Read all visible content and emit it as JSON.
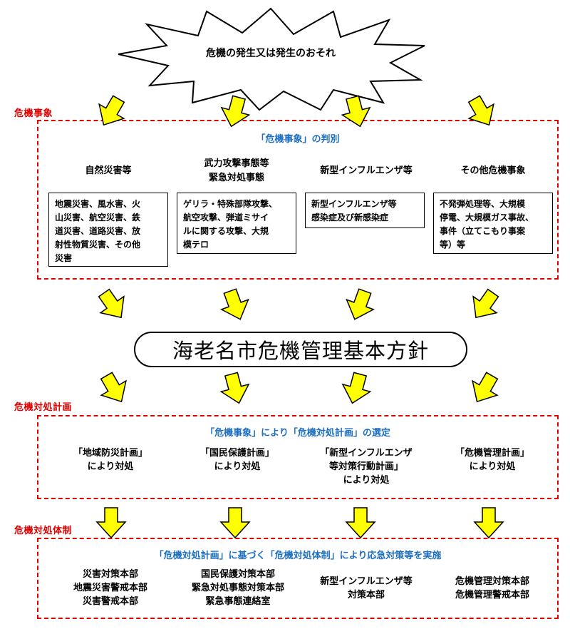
{
  "burst": {
    "text": "危機の発生又は発生のおそれ"
  },
  "sections": {
    "events": {
      "label": "危機事象",
      "heading": "「危機事象」の判別",
      "categories": [
        {
          "title_lines": [
            "自然災害等"
          ],
          "desc_lines": [
            "地震災害、風水害、火",
            "山災害、航空災害、鉄",
            "道災害、道路災害、放",
            "射性物質災害、その他",
            "災害"
          ]
        },
        {
          "title_lines": [
            "武力攻撃事態等",
            "緊急対処事態"
          ],
          "desc_lines": [
            "ゲリラ・特殊部隊攻撃、",
            "航空攻撃、弾道ミサイ",
            "ルに関する攻撃、大規",
            "模テロ"
          ]
        },
        {
          "title_lines": [
            "新型インフルエンザ等"
          ],
          "desc_lines": [
            "新型インフルエンザ等",
            "感染症及び新感染症"
          ]
        },
        {
          "title_lines": [
            "その他危機事象"
          ],
          "desc_lines": [
            "不発弾処理等、大規模",
            "停電、大規模ガス事故、",
            "事件（立てこもり事案",
            "等）等"
          ]
        }
      ]
    },
    "policy": {
      "title": "海老名市危機管理基本方針"
    },
    "plans": {
      "label": "危機対処計画",
      "heading": "「危機事象」により「危機対処計画」の選定",
      "items": [
        {
          "lines": [
            "「地域防災計画」",
            "により対処"
          ]
        },
        {
          "lines": [
            "「国民保護計画」",
            "により対処"
          ]
        },
        {
          "lines": [
            "「新型インフルエンザ",
            "等対策行動計画」",
            "により対処"
          ]
        },
        {
          "lines": [
            "「危機管理計画」",
            "により対処"
          ]
        }
      ]
    },
    "system": {
      "label": "危機対処体制",
      "heading": "「危機対処計画」に基づく「危機対処体制」により応急対策等を実施",
      "items": [
        {
          "lines": [
            "災害対策本部",
            "地震災害警戒本部",
            "災害警戒本部"
          ]
        },
        {
          "lines": [
            "国民保護対策本部",
            "緊急対処事態対策本部",
            "緊急事態連絡室"
          ]
        },
        {
          "lines": [
            "新型インフルエンザ等",
            "対策本部"
          ]
        },
        {
          "lines": [
            "危機管理対策本部",
            "危機管理警戒本部"
          ]
        }
      ]
    }
  },
  "colors": {
    "dashed_border": "#e00000",
    "heading_blue": "#1f6fc0",
    "arrow_fill": "#ffff00"
  }
}
